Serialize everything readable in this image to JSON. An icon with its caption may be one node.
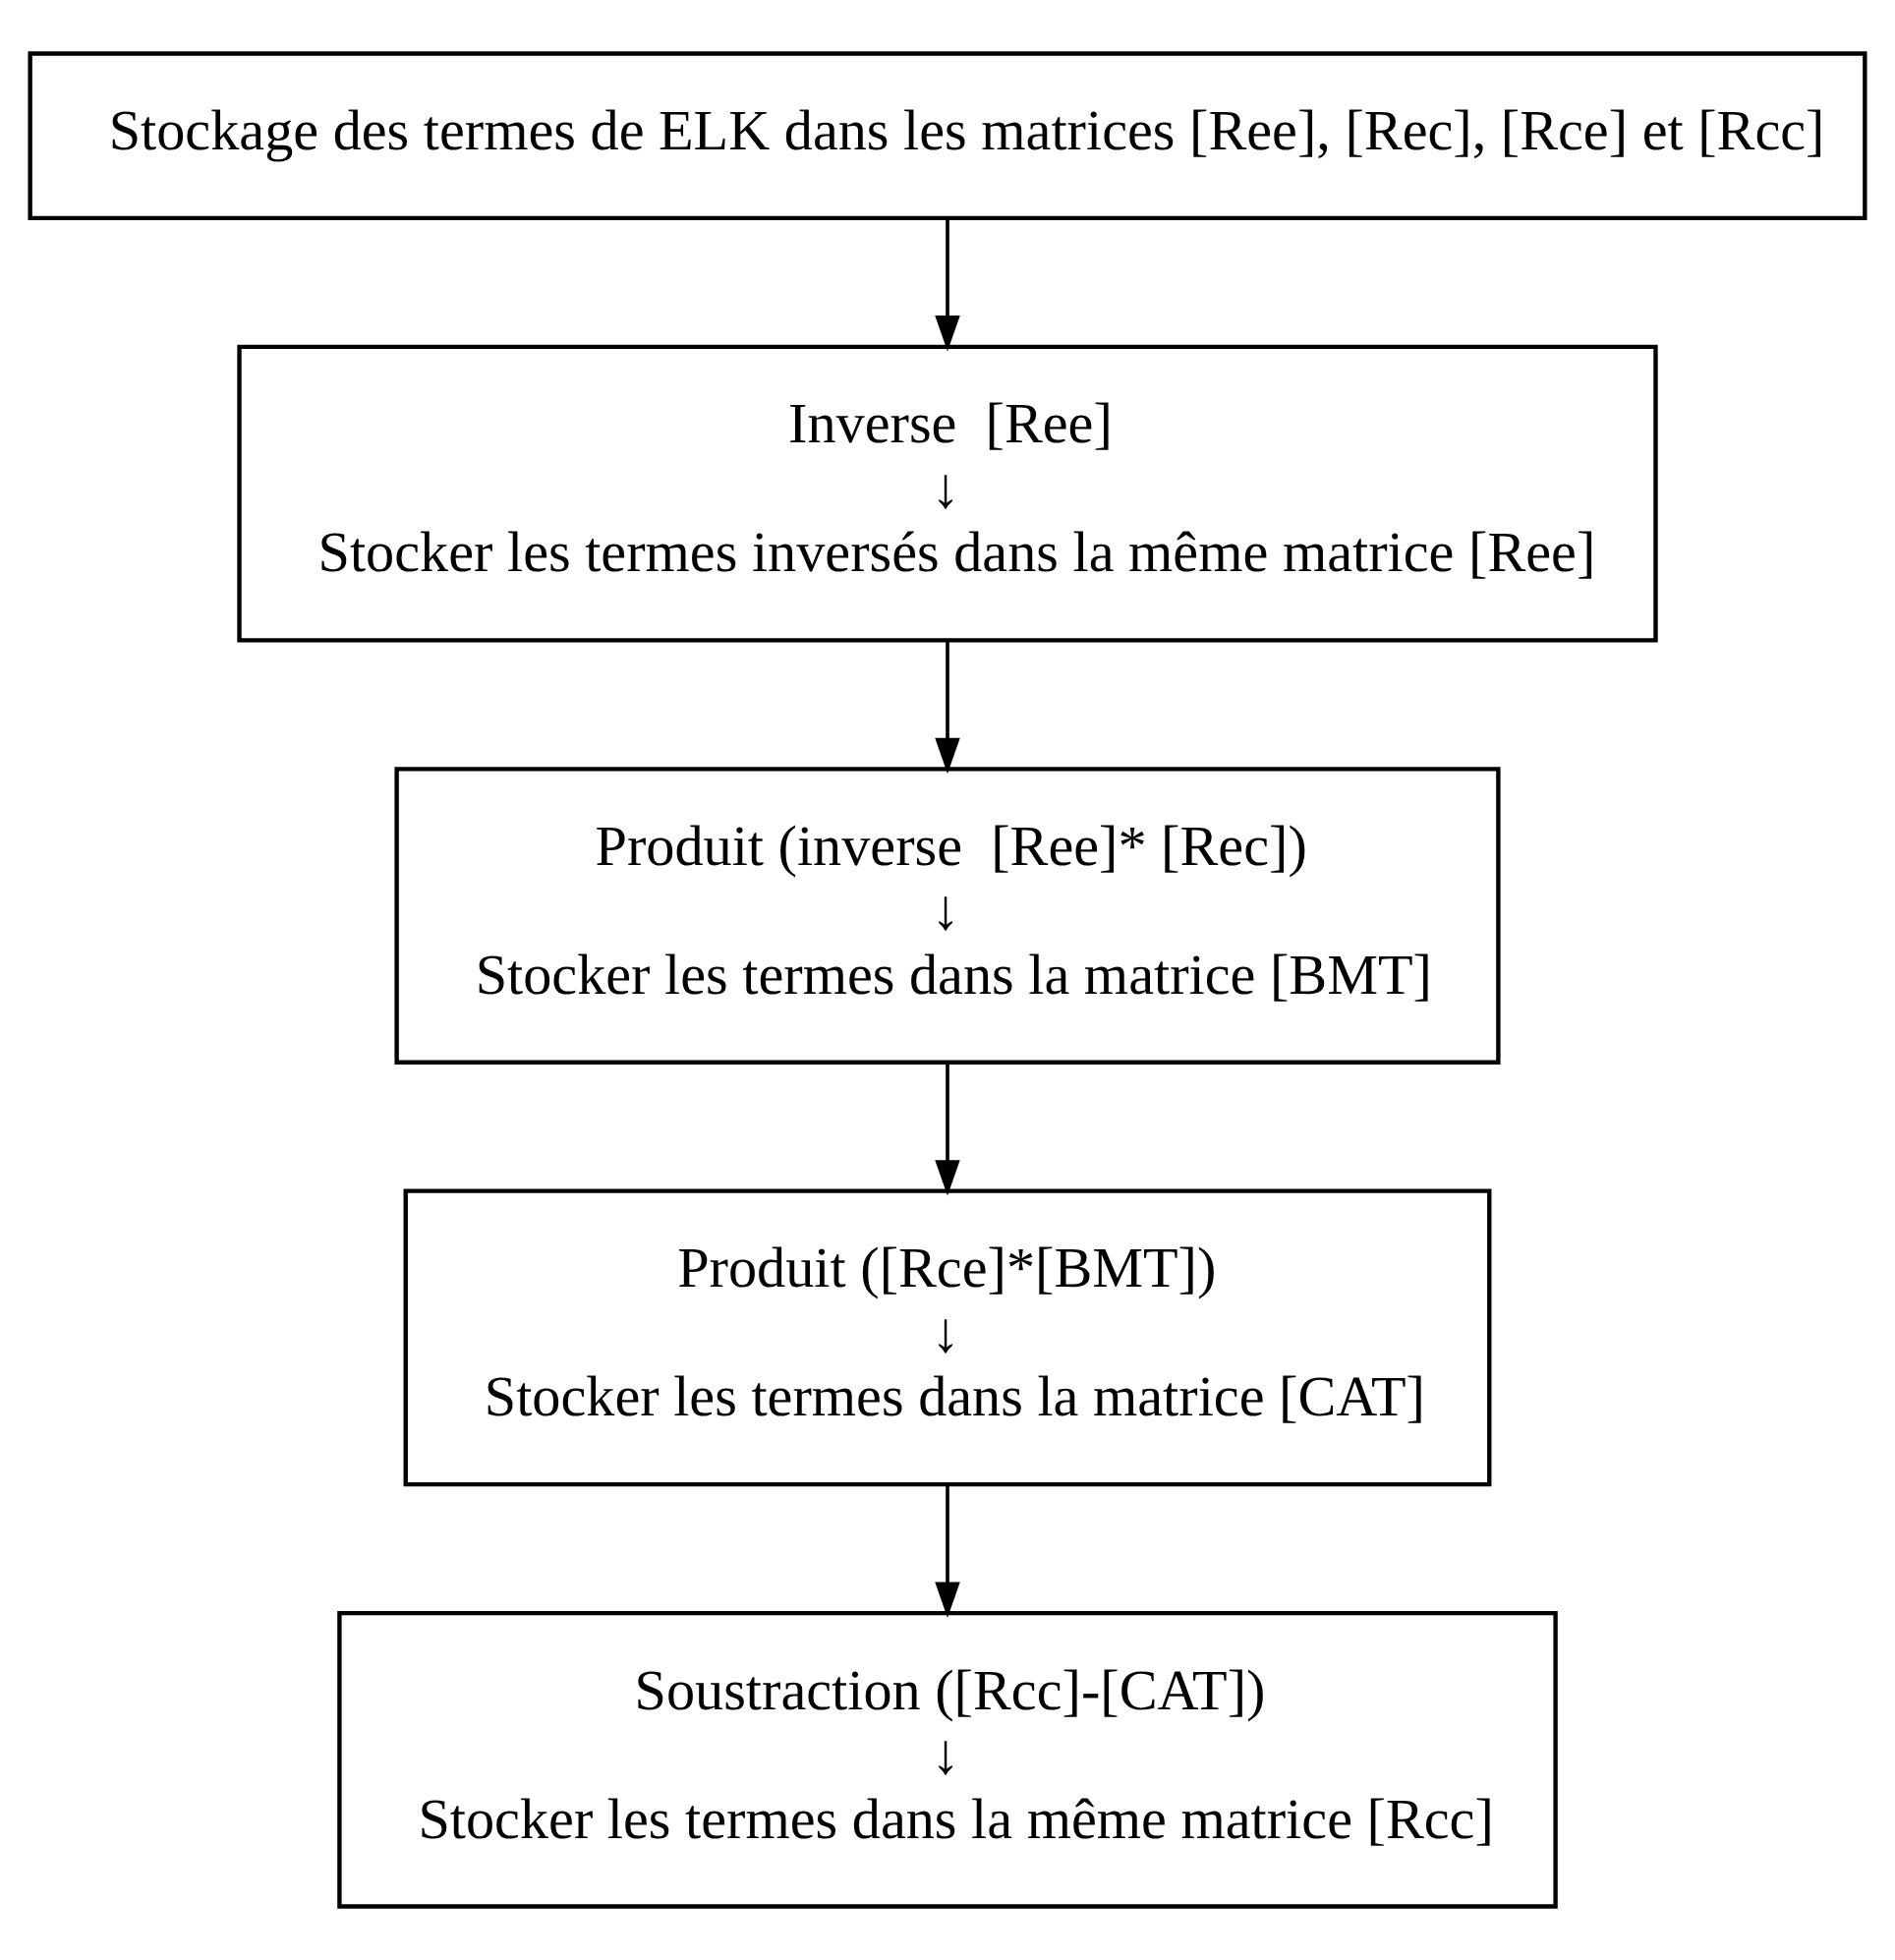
{
  "diagram": {
    "nodes": [
      {
        "text": [
          "Stockage des termes de ELK dans les matrices [Ree], [Rec], [Rce] et [Rcc]"
        ]
      },
      {
        "text": [
          "Inverse  [Ree]",
          "↓",
          "Stocker les termes inversés dans la même matrice [Ree]"
        ]
      },
      {
        "text": [
          "Produit (inverse  [Ree]* [Rec])",
          "↓",
          "Stocker les termes dans la matrice [BMT]"
        ]
      },
      {
        "text": [
          "Produit ([Rce]*[BMT])",
          "↓",
          "Stocker les termes dans la matrice [CAT]"
        ]
      },
      {
        "text": [
          "Soustraction ([Rcc]-[CAT])",
          "↓",
          "Stocker les termes dans la même matrice [Rcc]"
        ]
      }
    ],
    "edges": [
      {
        "from": 0,
        "to": 1,
        "arrow": "to"
      },
      {
        "from": 1,
        "to": 2,
        "arrow": "to"
      },
      {
        "from": 2,
        "to": 3,
        "arrow": "to"
      },
      {
        "from": 3,
        "to": 4,
        "arrow": "to"
      }
    ]
  }
}
